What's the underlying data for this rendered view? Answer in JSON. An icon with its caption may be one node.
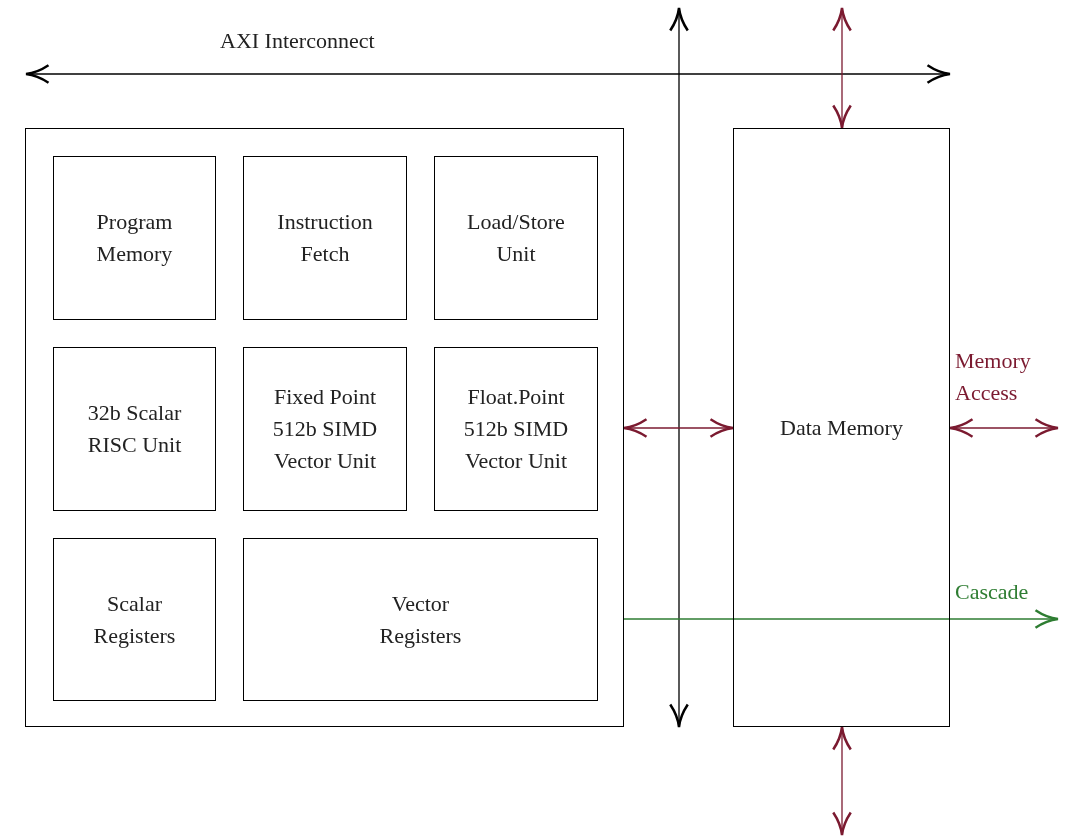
{
  "diagram": {
    "nodes": [
      {
        "text": [],
        "shape": "box"
      },
      {
        "text": [
          "Program Memory"
        ],
        "in": 0
      },
      {
        "text": [
          "Instruction Fetch"
        ],
        "in": 0
      },
      {
        "text": [
          "Load/Store Unit"
        ],
        "in": 0
      },
      {
        "text": [
          "32b Scalar RISC Unit"
        ],
        "in": 0
      },
      {
        "text": [
          "Fixed Point 512b SIMD Vector Unit"
        ],
        "in": 0
      },
      {
        "text": [
          "Float.Point 512b SIMD Vector Unit"
        ],
        "in": 0
      },
      {
        "text": [
          "Scalar Registers"
        ],
        "in": 0
      },
      {
        "text": [
          "Vector Registers"
        ],
        "in": 0
      },
      {
        "text": [
          "Data Memory"
        ]
      }
    ],
    "edges": [
      {
        "from": null,
        "to": 9,
        "arrow": "both",
        "color": "#7b1a30"
      },
      {
        "from": 0,
        "to": 9,
        "arrow": "both",
        "color": "#7b1a30"
      },
      {
        "from": 9,
        "to": null,
        "arrow": "both",
        "label": "Memory Access",
        "color": "#7b1a30"
      },
      {
        "from": 9,
        "to": null,
        "arrow": "both",
        "color": "#7b1a30"
      },
      {
        "from": 0,
        "to": null,
        "arrow": "to",
        "label": "Cascade",
        "color": "#2e7d32"
      }
    ],
    "labels": [
      "AXI Interconnect"
    ]
  }
}
